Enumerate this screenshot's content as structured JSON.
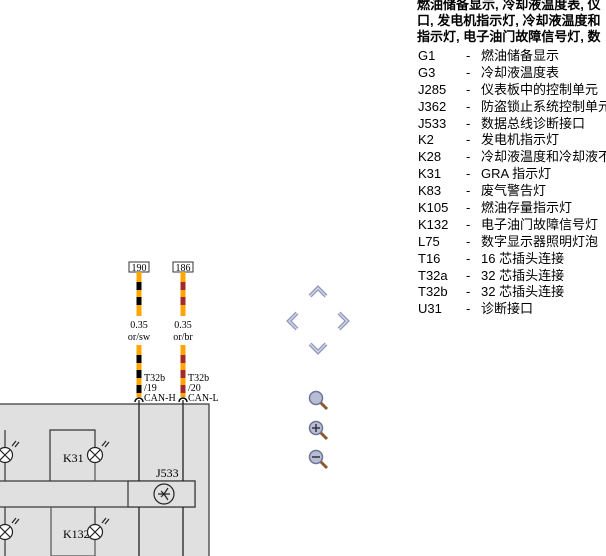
{
  "legend": {
    "title_lines": [
      "燃油储备显示, 冷却液温度表, 仪",
      "口, 发电机指示灯, 冷却液温度和",
      "指示灯, 电子油门故障信号灯, 数"
    ],
    "items": [
      {
        "code": "G1",
        "desc": "燃油储备显示"
      },
      {
        "code": "G3",
        "desc": "冷却液温度表"
      },
      {
        "code": "J285",
        "desc": "仪表板中的控制单元"
      },
      {
        "code": "J362",
        "desc": "防盗锁止系统控制单元"
      },
      {
        "code": "J533",
        "desc": "数据总线诊断接口"
      },
      {
        "code": "K2",
        "desc": "发电机指示灯"
      },
      {
        "code": "K28",
        "desc": "冷却液温度和冷却液不足"
      },
      {
        "code": "K31",
        "desc": "GRA 指示灯"
      },
      {
        "code": "K83",
        "desc": "废气警告灯"
      },
      {
        "code": "K105",
        "desc": "燃油存量指示灯"
      },
      {
        "code": "K132",
        "desc": "电子油门故障信号灯"
      },
      {
        "code": "L75",
        "desc": "数字显示器照明灯泡"
      },
      {
        "code": "T16",
        "desc": "16 芯插头连接"
      },
      {
        "code": "T32a",
        "desc": "32 芯插头连接"
      },
      {
        "code": "T32b",
        "desc": "32 芯插头连接"
      },
      {
        "code": "U31",
        "desc": "诊断接口"
      }
    ],
    "separator": "-"
  },
  "diagram": {
    "wires": [
      {
        "ref": "190",
        "size": "0.35",
        "color_code": "or/sw",
        "connector": "T32b",
        "pin": "/19",
        "signal": "CAN-H",
        "colors": [
          "#FFA500",
          "#000000"
        ]
      },
      {
        "ref": "186",
        "size": "0.35",
        "color_code": "or/br",
        "connector": "T32b",
        "pin": "/20",
        "signal": "CAN-L",
        "colors": [
          "#FFA500",
          "#A52A2A"
        ]
      }
    ],
    "components": {
      "k31": "K31",
      "k132": "K132",
      "j533": "J533"
    },
    "box_fill": "#E0E0E0"
  },
  "nav": {
    "icons": [
      "pan-up-icon",
      "pan-left-icon",
      "pan-right-icon",
      "pan-down-icon",
      "zoom-reset-icon",
      "zoom-in-icon",
      "zoom-out-icon"
    ]
  }
}
